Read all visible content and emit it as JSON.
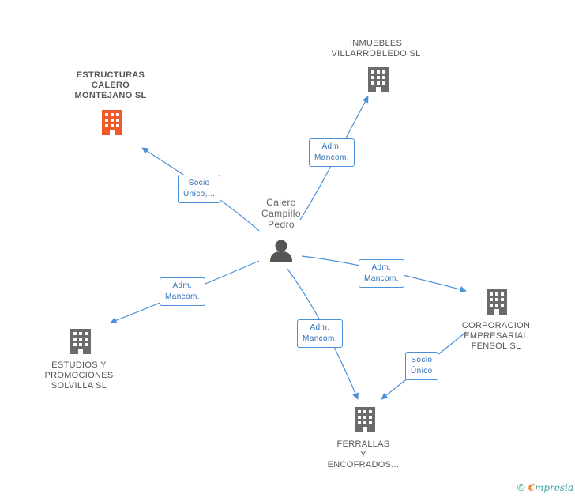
{
  "center": {
    "name": "Calero\nCampillo\nPedro"
  },
  "companies": [
    {
      "id": "estructuras",
      "name": "ESTRUCTURAS\nCALERO\nMONTEJANO SL",
      "highlight": true
    },
    {
      "id": "inmuebles",
      "name": "INMUEBLES\nVILLARROBLEDO SL",
      "highlight": false
    },
    {
      "id": "corporacion",
      "name": "CORPORACION\nEMPRESARIAL\nFENSOL SL",
      "highlight": false
    },
    {
      "id": "estudios",
      "name": "ESTUDIOS Y\nPROMOCIONES\nSOLVILLA SL",
      "highlight": false
    },
    {
      "id": "ferrallas",
      "name": "FERRALLAS\nY\nENCOFRADOS...",
      "highlight": false
    }
  ],
  "relations": [
    {
      "from": "center",
      "to": "estructuras",
      "label": "Socio\nÚnico,..."
    },
    {
      "from": "center",
      "to": "inmuebles",
      "label": "Adm.\nMancom."
    },
    {
      "from": "center",
      "to": "corporacion",
      "label": "Adm.\nMancom."
    },
    {
      "from": "center",
      "to": "estudios",
      "label": "Adm.\nMancom."
    },
    {
      "from": "center",
      "to": "ferrallas",
      "label": "Adm.\nMancom."
    },
    {
      "from": "corporacion",
      "to": "ferrallas",
      "label": "Socio\nÚnico"
    }
  ],
  "colors": {
    "edge": "#4a90d9",
    "building": "#6b6b6b",
    "highlight": "#f05a28"
  },
  "footer": {
    "copyright": "©",
    "brand_first": "€",
    "brand_rest": "mpresia"
  }
}
